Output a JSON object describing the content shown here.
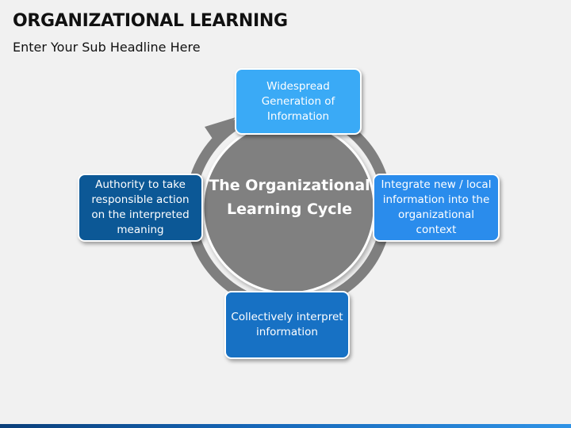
{
  "title": "ORGANIZATIONAL LEARNING",
  "subtitle": "Enter Your Sub Headline Here",
  "cycle": {
    "center": "The Organizational Learning Cycle",
    "steps": [
      "Widespread Generation of Information",
      "Integrate new / local information into the organizational context",
      "Collectively interpret information",
      "Authority to take responsible action on the interpreted meaning"
    ]
  },
  "colors": {
    "ring": "#7f7f7f",
    "center": "#808080",
    "step_top": "#3aaaf6",
    "step_right": "#2a8cec",
    "step_bottom": "#1771c4",
    "step_left": "#0c5896"
  }
}
